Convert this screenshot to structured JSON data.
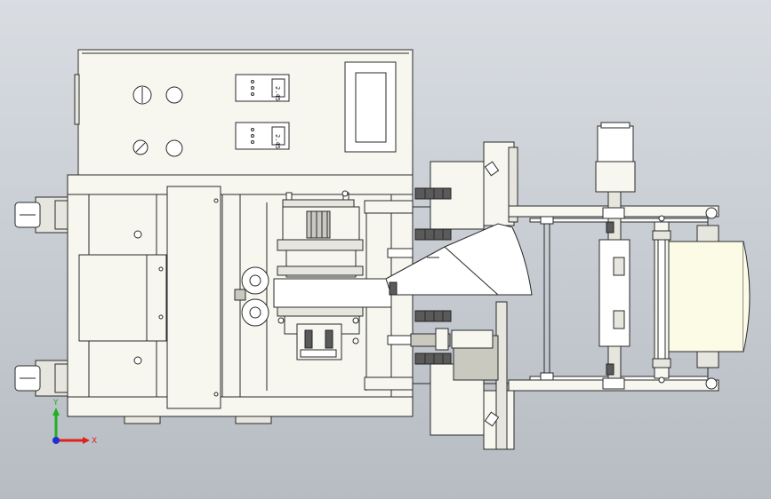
{
  "control_panel": {
    "meter_top_label": "2.45",
    "meter_bottom_label": "2.45"
  },
  "axis_triad": {
    "x_label": "X",
    "y_label": "Y",
    "x_color": "#e0201a",
    "y_color": "#20b020",
    "z_color": "#2030d0"
  }
}
